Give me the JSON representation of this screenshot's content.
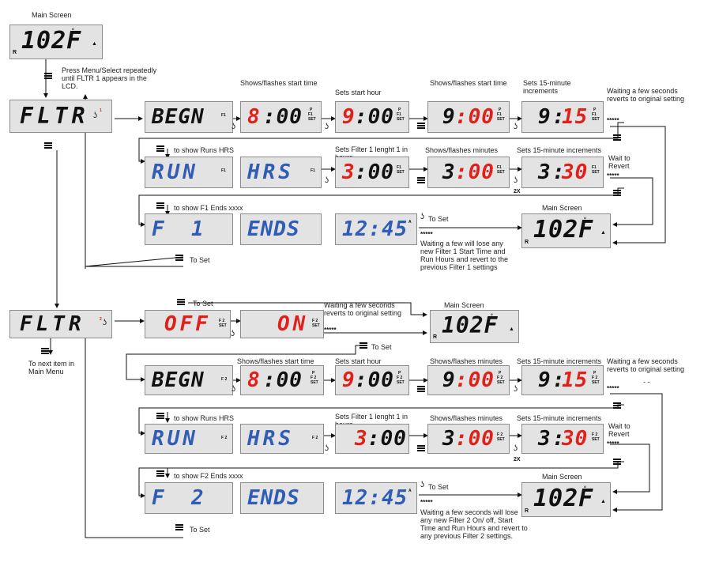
{
  "header": {
    "main_screen": "Main Screen",
    "press_menu": "Press Menu/Select repeatedly until FLTR 1 appears in the LCD."
  },
  "lcd": {
    "home": "102F",
    "fltr1": "FLTR",
    "fltr2": "FLTR",
    "begn": "BEGN",
    "run": "RUN",
    "hrs": "HRS",
    "t800": "8:00",
    "t800_hour": "8",
    "t800_min": ":00",
    "t900": "9:00",
    "t900_hour": "9",
    "t900_min": ":00",
    "t915": "9:15",
    "t915_hour": "9",
    "t915_colon": ":",
    "t915_min": "15",
    "t300": "3:00",
    "t300_hour": "3",
    "t300_min": ":00",
    "t330": "3:30",
    "t330_hour": "3",
    "t330_colon": ":",
    "t330_min": "30",
    "f1": "F  1",
    "f2": "F  2",
    "ends": "ENDS",
    "t1245": "12:45",
    "off": "OFF",
    "on": "ON"
  },
  "indicators": {
    "deg": "°",
    "r": "R",
    "p": "P",
    "f1": "F1",
    "f2": "F 2",
    "set": "SET",
    "a": "A",
    "mark1": "1",
    "mark2": "2"
  },
  "labels": {
    "shows_flashes_start_time": "Shows/flashes start time",
    "sets_start_hour": "Sets start hour",
    "sets_15_min": "Sets 15-minute increments",
    "waiting_few_seconds_reverts": "Waiting a few seconds reverts to original setting",
    "to_show_runs_hrs": "to show Runs HRS",
    "sets_filter1_length": "Sets Filter 1 lenght 1 in hours",
    "shows_flashes_minutes": "Shows/flashes minutes",
    "wait_to_revert": "Wait to Revert",
    "to_show_f1_ends": "to show F1 Ends xxxx",
    "to_set": "To Set",
    "lose_f1_text": "Waiting a few will lose any new Filter 1 Start Time and Run Hours and revert to the previous Filter 1 settings",
    "main_screen": "Main Screen",
    "to_next_item": "To next item in Main Menu",
    "to_show_f2_ends": "to show F2 Ends xxxx",
    "lose_f2_text": "Waiting a few seconds will lose any new Filter 2 On/ off, Start Time and Run Hours and revert to any previous Filter 2 settings.",
    "stars": "*****",
    "two_x": "2X",
    "dashes": "-      -"
  },
  "icons": {
    "menu": "menu-icon",
    "jet": "jet-button-icon",
    "jet_glyph": "ʖ"
  }
}
